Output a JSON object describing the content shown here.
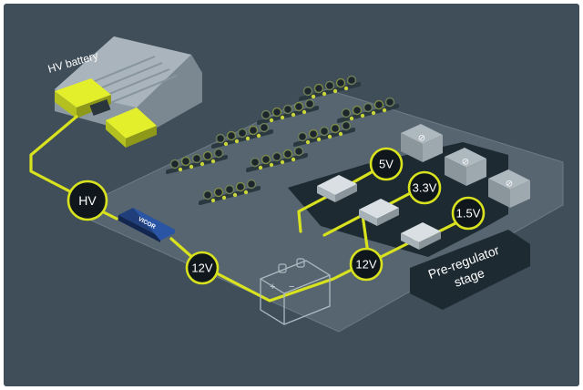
{
  "diagram": {
    "hv_battery_label": "HV battery",
    "hv_node_label": "HV",
    "converter_chip_label": "VICOR",
    "node_12v_left": "12V",
    "node_12v_right": "12V",
    "battery_plus": "+",
    "battery_minus": "−",
    "rail_5v": "5V",
    "rail_3v3": "3.3V",
    "rail_15v": "1.5V",
    "stage_label_line1": "Pre-regulator",
    "stage_label_line2": "stage",
    "colors": {
      "background": "#3f4e58",
      "platform": "#56656f",
      "wire": "#d8e21e",
      "node_fill": "#0f171c",
      "dark_panel": "#1e2a32"
    }
  }
}
